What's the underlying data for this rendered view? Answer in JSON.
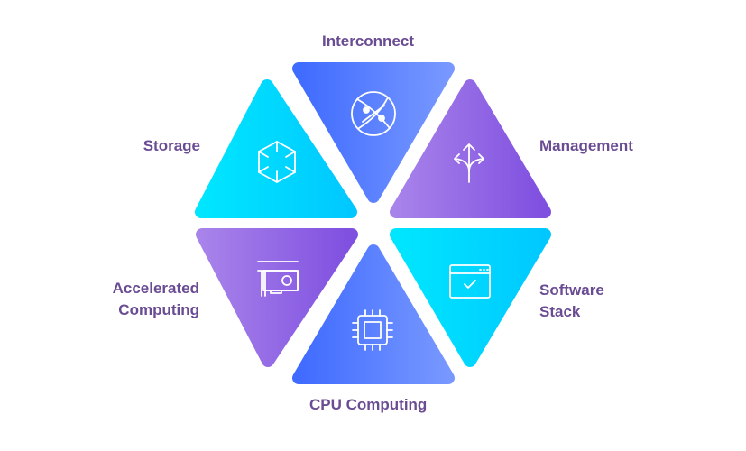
{
  "title": "Infrastructure components",
  "segments": [
    {
      "id": "interconnect",
      "label": "Interconnect",
      "icon": "globe-network-icon"
    },
    {
      "id": "storage",
      "label": "Storage",
      "icon": "cube-icon"
    },
    {
      "id": "management",
      "label": "Management",
      "icon": "split-arrows-icon"
    },
    {
      "id": "accelerated",
      "label_line1": "Accelerated",
      "label_line2": "Computing",
      "icon": "gpu-card-icon"
    },
    {
      "id": "software",
      "label_line1": "Software",
      "label_line2": "Stack",
      "icon": "browser-window-check-icon"
    },
    {
      "id": "cpu",
      "label": "CPU Computing",
      "icon": "cpu-chip-icon"
    }
  ],
  "colors": {
    "text": "#6a4c93",
    "cyan_start": "#00e6ff",
    "cyan_end": "#00c8ff",
    "blue_start": "#3f6bff",
    "blue_end": "#7898ff",
    "purple_start": "#a883ea",
    "purple_end": "#7f4fe0"
  }
}
